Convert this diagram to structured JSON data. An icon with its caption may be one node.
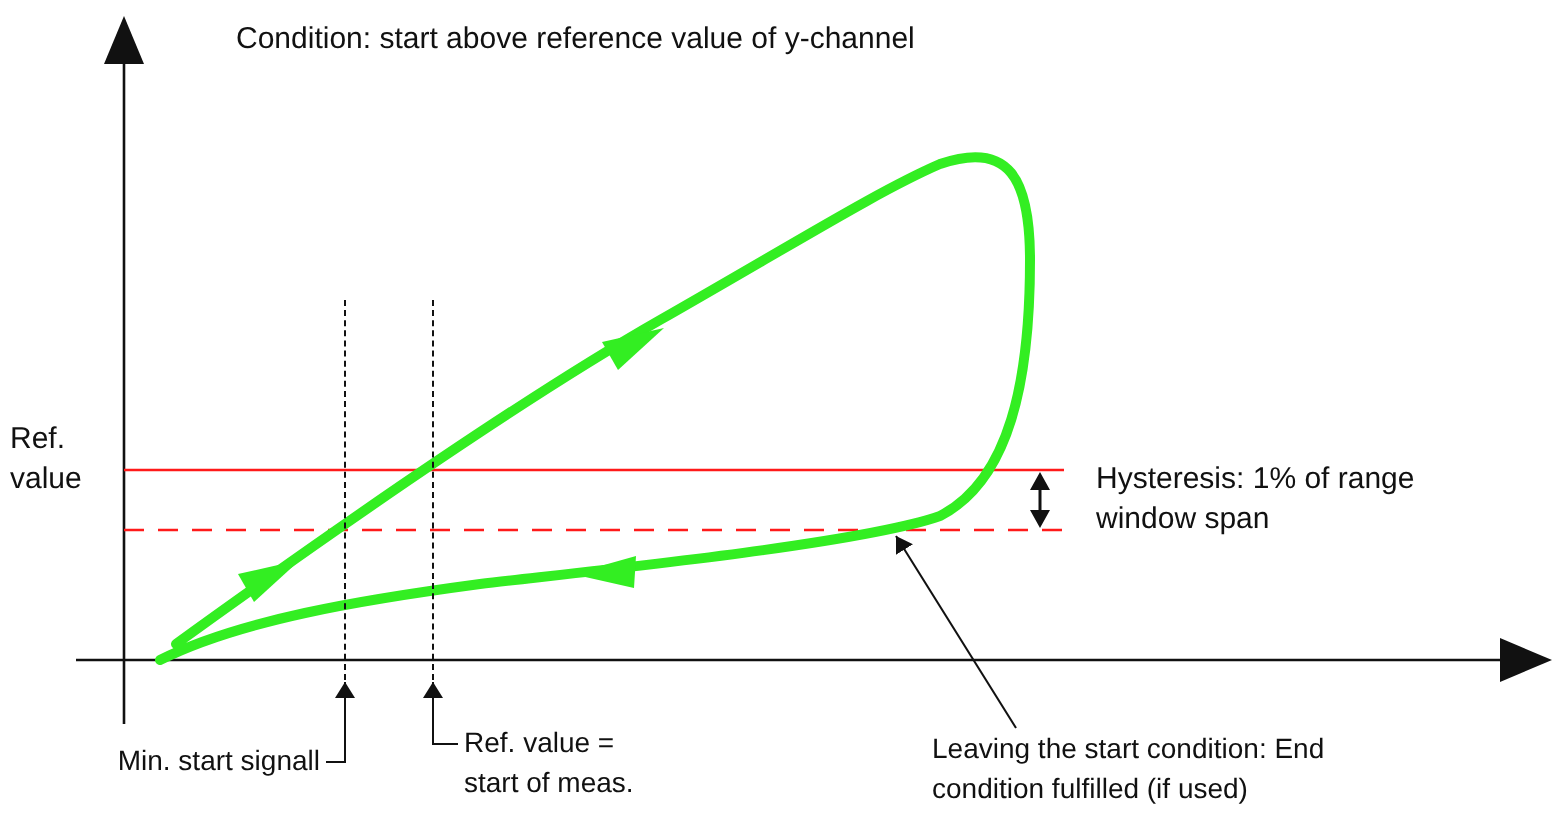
{
  "diagram": {
    "title": "Condition: start above reference value of y-channel",
    "nodes": [
      {
        "text": [
          "Min. start signall"
        ]
      },
      {
        "text": [
          "Ref. value = start of meas."
        ]
      },
      {
        "text": [
          "Leaving the start condition: End condition fulfilled (if used)"
        ]
      },
      {
        "text": [],
        "shape": "line"
      },
      {
        "text": [],
        "shape": "line"
      }
    ],
    "edges": [
      {
        "from": 0,
        "to": 3,
        "arrow": "to"
      },
      {
        "from": 1,
        "to": 4,
        "arrow": "to"
      },
      {
        "from": 2,
        "to": null,
        "arrow": "to"
      }
    ],
    "labels": [
      "Ref. value",
      "Hysteresis: 1% of range window span"
    ]
  }
}
